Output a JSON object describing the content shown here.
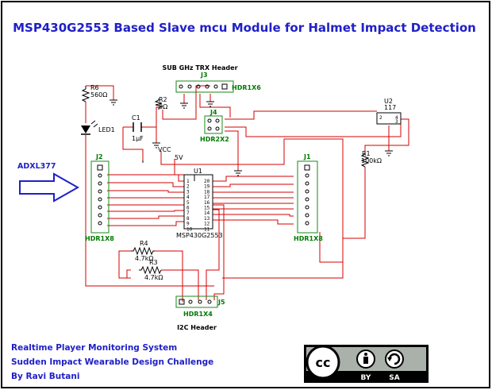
{
  "title": "MSP430G2553 Based Slave mcu Module for Halmet Impact Detection",
  "labels": {
    "sub_ghz_header": "SUB GHz TRX Header",
    "i2c_header": "I2C Header",
    "adxl": "ADXL377",
    "vcc": "VCC",
    "v5": "5V"
  },
  "components": {
    "R6": {
      "ref": "R6",
      "value": "560Ω"
    },
    "R2": {
      "ref": "R2",
      "value": "0Ω"
    },
    "C1": {
      "ref": "C1",
      "value": "1µF"
    },
    "LED1": {
      "ref": "LED1"
    },
    "R1": {
      "ref": "R1",
      "value": "100kΩ"
    },
    "R4": {
      "ref": "R4",
      "value": "4.7kΩ"
    },
    "R3": {
      "ref": "R3",
      "value": "4.7kΩ"
    },
    "U1": {
      "ref": "U1",
      "part": "MSP430G2553"
    },
    "U2": {
      "ref": "U2",
      "part": "117"
    },
    "J1": {
      "ref": "J1",
      "part": "HDR1X8"
    },
    "J2": {
      "ref": "J2",
      "part": "HDR1X8"
    },
    "J3": {
      "ref": "J3",
      "part": "HDR1X6"
    },
    "J4": {
      "ref": "J4",
      "part": "HDR2X2"
    },
    "J5": {
      "ref": "J5",
      "part": "HDR1X4"
    }
  },
  "u1_pins_left": [
    "1",
    "2",
    "3",
    "4",
    "5",
    "6",
    "7",
    "8",
    "9",
    "10"
  ],
  "u1_pins_right": [
    "20",
    "19",
    "18",
    "17",
    "16",
    "15",
    "14",
    "13",
    "12",
    "11"
  ],
  "u2_pins": [
    "2",
    "4",
    "3"
  ],
  "credits": [
    "Realtime Player Monitoring System",
    "Sudden Impact Wearable Design Challenge",
    "By Ravi Butani"
  ],
  "license": {
    "by": "BY",
    "sa": "SA"
  },
  "colors": {
    "wire": "#d40000",
    "header": "#1a8a1a",
    "title": "#2020c8",
    "border": "#000000"
  }
}
